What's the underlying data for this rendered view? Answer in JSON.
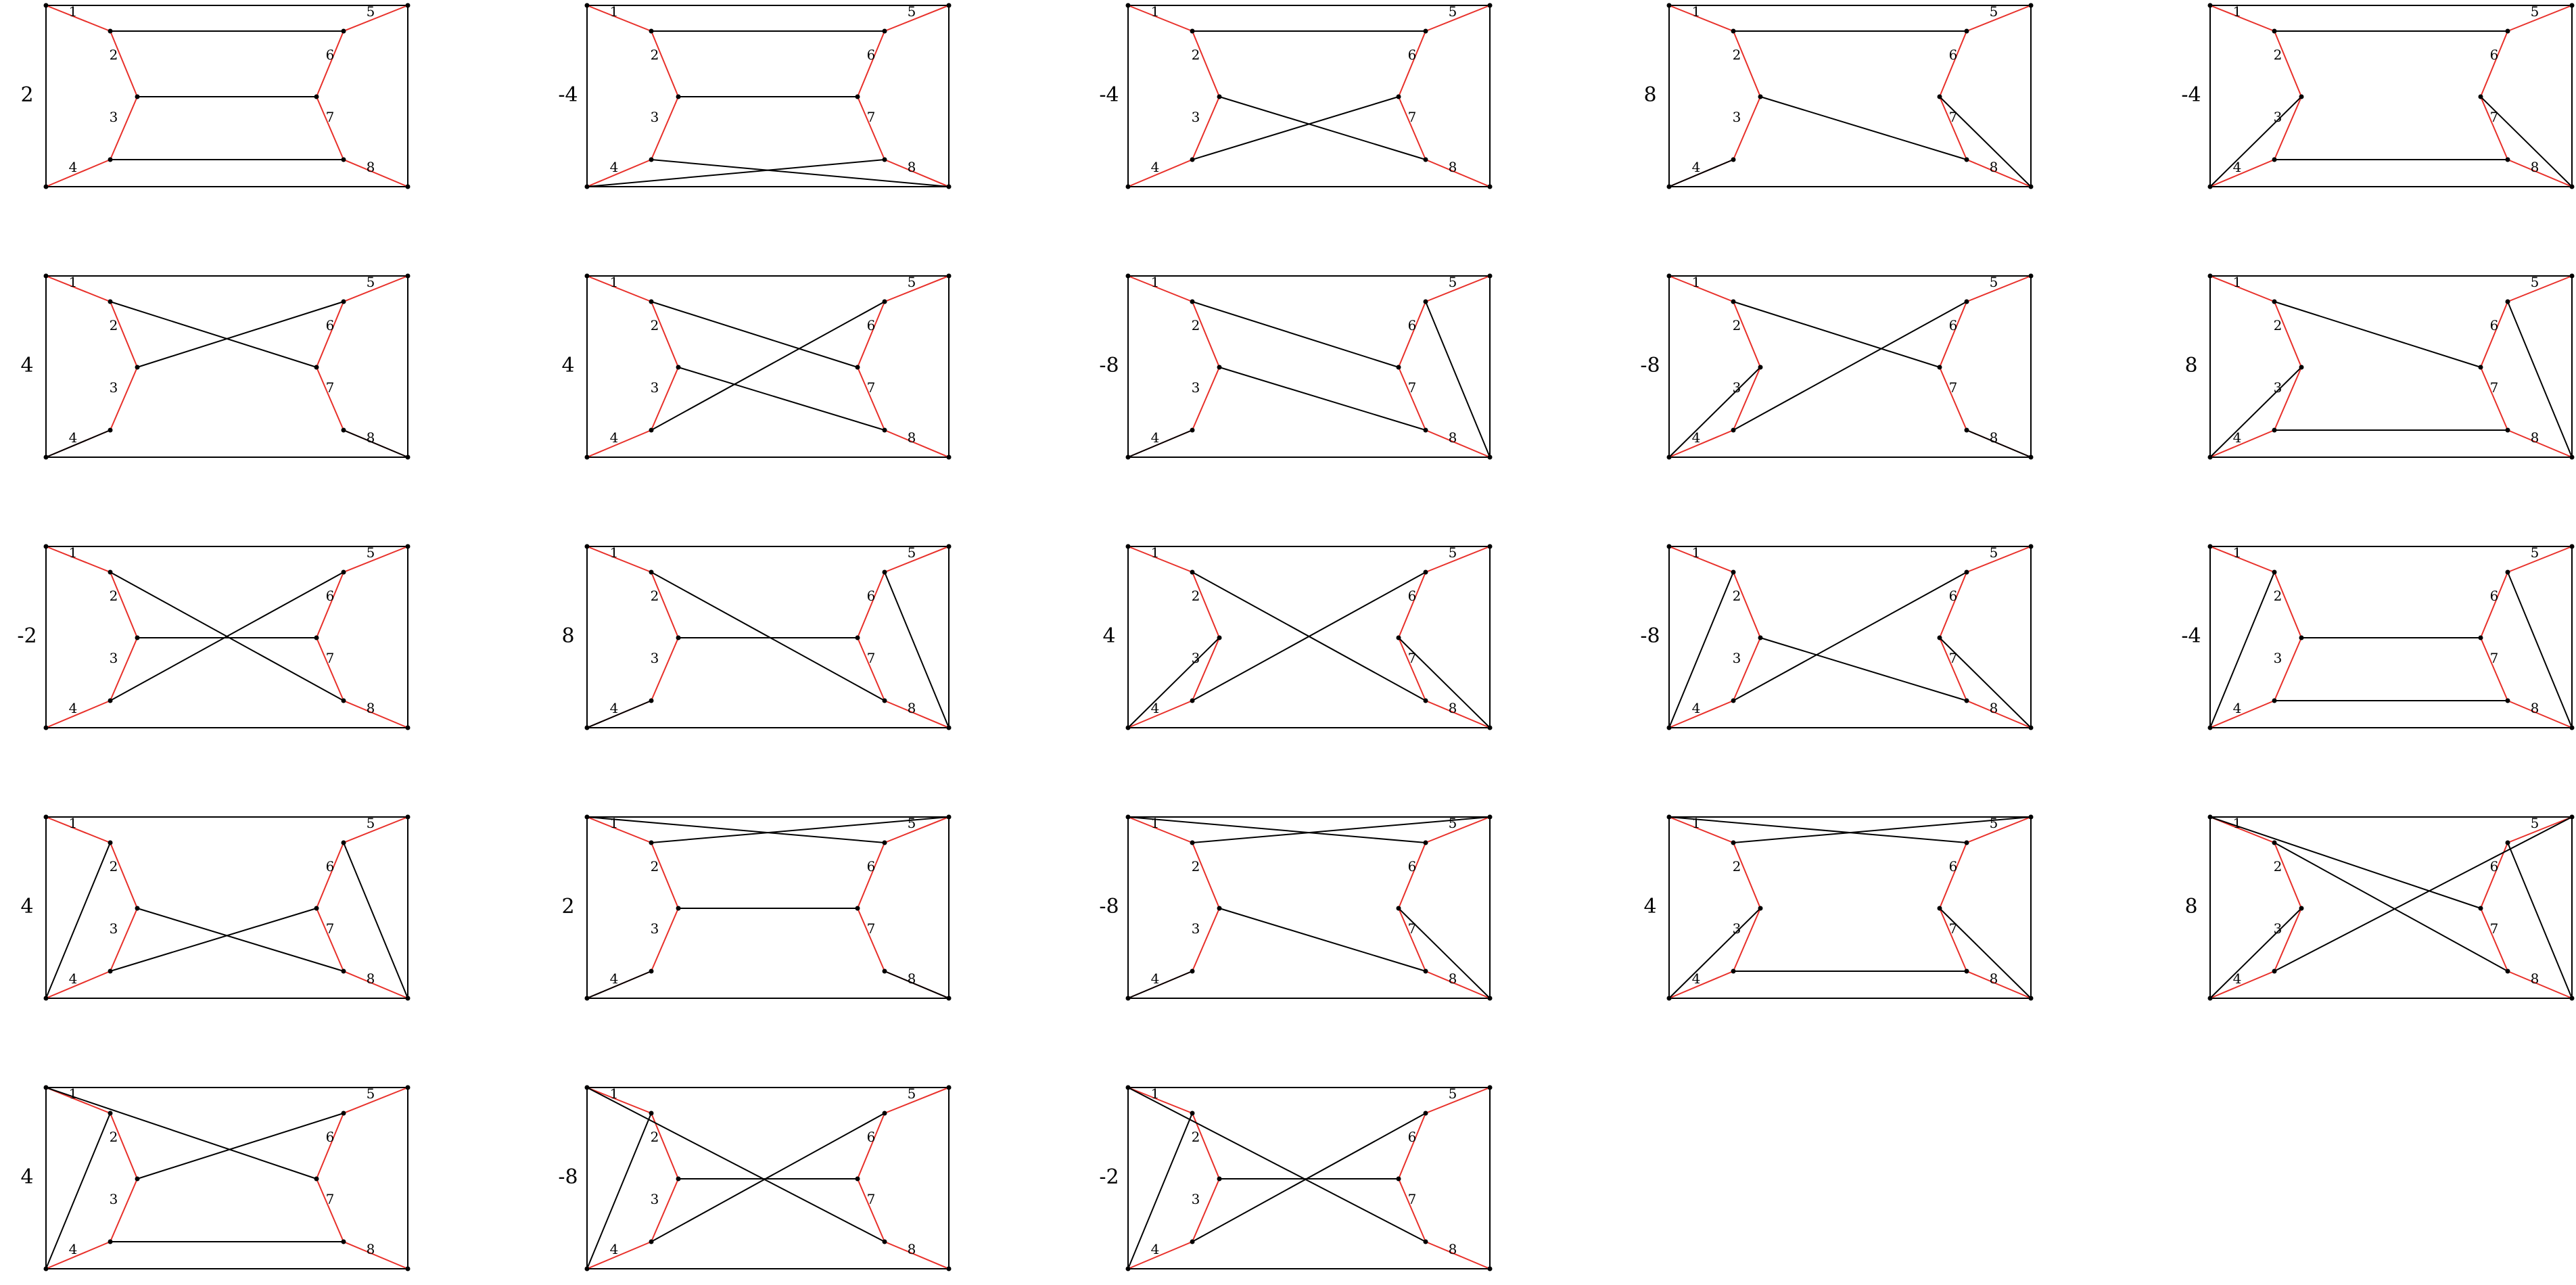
{
  "colors": {
    "red": "#e8302a",
    "black": "#000000"
  },
  "node_labels": [
    "1",
    "2",
    "3",
    "4",
    "5",
    "6",
    "7",
    "8"
  ],
  "panels": [
    {
      "label": "2",
      "edges": [
        [
          2,
          6
        ],
        [
          3,
          7
        ],
        [
          4,
          8
        ]
      ]
    },
    {
      "label": "-4",
      "edges": [
        [
          2,
          6
        ],
        [
          3,
          7
        ],
        [
          4,
          9
        ],
        [
          8,
          10
        ]
      ]
    },
    {
      "label": "-4",
      "edges": [
        [
          2,
          6
        ],
        [
          3,
          8
        ],
        [
          7,
          4
        ]
      ]
    },
    {
      "label": "8",
      "edges": [
        [
          2,
          6
        ],
        [
          3,
          8
        ],
        [
          7,
          9
        ],
        [
          4,
          10
        ]
      ]
    },
    {
      "label": "-4",
      "edges": [
        [
          2,
          6
        ],
        [
          3,
          10
        ],
        [
          7,
          9
        ],
        [
          4,
          8
        ]
      ]
    },
    {
      "label": "4",
      "edges": [
        [
          2,
          7
        ],
        [
          3,
          6
        ],
        [
          4,
          10
        ],
        [
          8,
          9
        ]
      ]
    },
    {
      "label": "4",
      "edges": [
        [
          2,
          7
        ],
        [
          3,
          8
        ],
        [
          4,
          6
        ]
      ]
    },
    {
      "label": "-8",
      "edges": [
        [
          2,
          7
        ],
        [
          3,
          8
        ],
        [
          6,
          9
        ],
        [
          4,
          10
        ]
      ]
    },
    {
      "label": "-8",
      "edges": [
        [
          2,
          7
        ],
        [
          3,
          10
        ],
        [
          6,
          4
        ],
        [
          8,
          9
        ]
      ]
    },
    {
      "label": "8",
      "edges": [
        [
          2,
          7
        ],
        [
          3,
          10
        ],
        [
          6,
          9
        ],
        [
          4,
          8
        ]
      ]
    },
    {
      "label": "-2",
      "edges": [
        [
          2,
          8
        ],
        [
          6,
          4
        ],
        [
          3,
          7
        ]
      ]
    },
    {
      "label": "8",
      "edges": [
        [
          2,
          8
        ],
        [
          6,
          9
        ],
        [
          3,
          7
        ],
        [
          4,
          10
        ]
      ]
    },
    {
      "label": "4",
      "edges": [
        [
          2,
          8
        ],
        [
          6,
          4
        ],
        [
          3,
          10
        ],
        [
          7,
          9
        ]
      ]
    },
    {
      "label": "-8",
      "edges": [
        [
          2,
          10
        ],
        [
          6,
          4
        ],
        [
          3,
          8
        ],
        [
          7,
          9
        ]
      ]
    },
    {
      "label": "-4",
      "edges": [
        [
          2,
          10
        ],
        [
          6,
          9
        ],
        [
          3,
          7
        ],
        [
          4,
          8
        ]
      ]
    },
    {
      "label": "4",
      "edges": [
        [
          2,
          10
        ],
        [
          3,
          8
        ],
        [
          4,
          7
        ],
        [
          6,
          9
        ]
      ]
    },
    {
      "label": "2",
      "edges": [
        [
          0,
          6
        ],
        [
          2,
          5
        ],
        [
          3,
          7
        ],
        [
          4,
          10
        ],
        [
          8,
          9
        ]
      ]
    },
    {
      "label": "-8",
      "edges": [
        [
          0,
          6
        ],
        [
          2,
          5
        ],
        [
          3,
          8
        ],
        [
          7,
          9
        ],
        [
          4,
          10
        ]
      ]
    },
    {
      "label": "4",
      "edges": [
        [
          0,
          6
        ],
        [
          2,
          5
        ],
        [
          3,
          10
        ],
        [
          7,
          9
        ],
        [
          4,
          8
        ]
      ]
    },
    {
      "label": "8",
      "edges": [
        [
          0,
          7
        ],
        [
          2,
          8
        ],
        [
          3,
          10
        ],
        [
          5,
          4
        ],
        [
          6,
          9
        ]
      ]
    },
    {
      "label": "4",
      "edges": [
        [
          0,
          7
        ],
        [
          2,
          10
        ],
        [
          3,
          6
        ],
        [
          4,
          8
        ],
        [
          5,
          9
        ]
      ]
    },
    {
      "label": "-8",
      "edges": [
        [
          0,
          8
        ],
        [
          2,
          10
        ],
        [
          3,
          7
        ],
        [
          4,
          6
        ],
        [
          5,
          9
        ]
      ]
    },
    {
      "label": "-2",
      "edges": [
        [
          0,
          8
        ],
        [
          2,
          10
        ],
        [
          3,
          7
        ],
        [
          4,
          6
        ],
        [
          5,
          9
        ]
      ]
    }
  ]
}
